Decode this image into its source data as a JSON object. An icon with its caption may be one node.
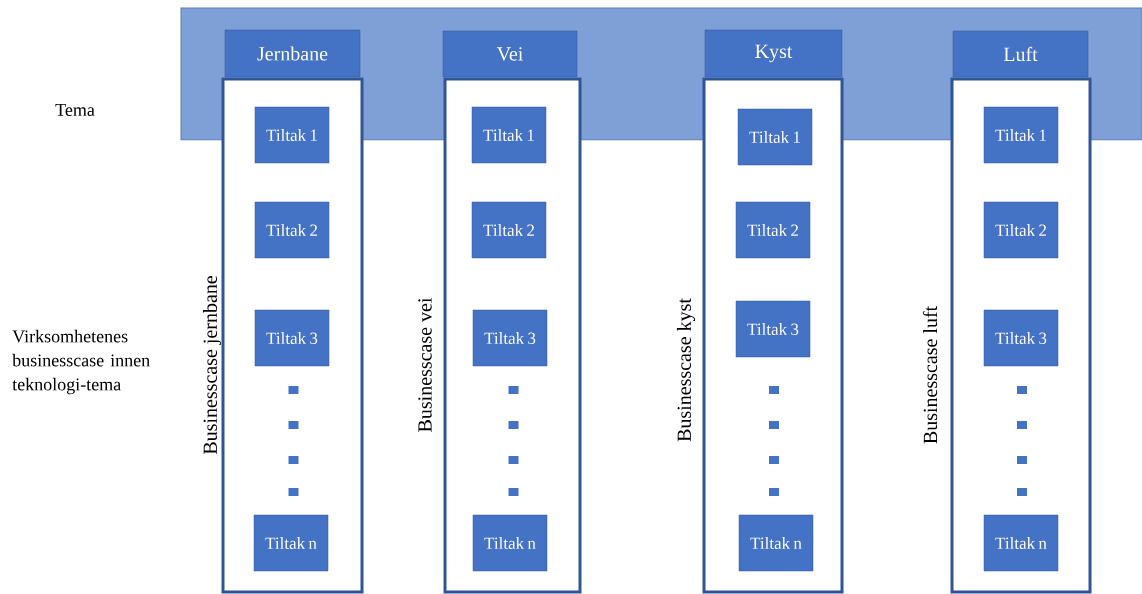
{
  "diagram": {
    "nodes": [
      {
        "text": [],
        "shape": "band"
      },
      {
        "text": [
          "Jernbane"
        ],
        "in": 0
      },
      {
        "text": [
          "Vei"
        ],
        "in": 0
      },
      {
        "text": [
          "Kyst"
        ],
        "in": 0
      },
      {
        "text": [
          "Luft"
        ],
        "in": 0
      },
      {
        "text": [],
        "shape": "box",
        "beside": [
          "Businesscase jernbane"
        ]
      },
      {
        "text": [
          "Tiltak 1"
        ],
        "in": 5
      },
      {
        "text": [
          "Tiltak 2"
        ],
        "in": 5
      },
      {
        "text": [
          "Tiltak 3"
        ],
        "in": 5
      },
      {
        "text": [
          "Tiltak n"
        ],
        "in": 5
      },
      {
        "text": [],
        "shape": "box",
        "beside": [
          "Businesscase vei"
        ]
      },
      {
        "text": [
          "Tiltak 1"
        ],
        "in": 10
      },
      {
        "text": [
          "Tiltak 2"
        ],
        "in": 10
      },
      {
        "text": [
          "Tiltak 3"
        ],
        "in": 10
      },
      {
        "text": [
          "Tiltak n"
        ],
        "in": 10
      },
      {
        "text": [],
        "shape": "box",
        "beside": [
          "Businesscase kyst"
        ]
      },
      {
        "text": [
          "Tiltak 1"
        ],
        "in": 15
      },
      {
        "text": [
          "Tiltak 2"
        ],
        "in": 15
      },
      {
        "text": [
          "Tiltak 3"
        ],
        "in": 15
      },
      {
        "text": [
          "Tiltak n"
        ],
        "in": 15
      },
      {
        "text": [],
        "shape": "box",
        "beside": [
          "Businesscase luft"
        ]
      },
      {
        "text": [
          "Tiltak 1"
        ],
        "in": 20
      },
      {
        "text": [
          "Tiltak 2"
        ],
        "in": 20
      },
      {
        "text": [
          "Tiltak 3"
        ],
        "in": 20
      },
      {
        "text": [
          "Tiltak n"
        ],
        "in": 20
      }
    ],
    "labels": [
      "Tema",
      "Virksomhetenes businesscase innen teknologi-tema"
    ]
  }
}
